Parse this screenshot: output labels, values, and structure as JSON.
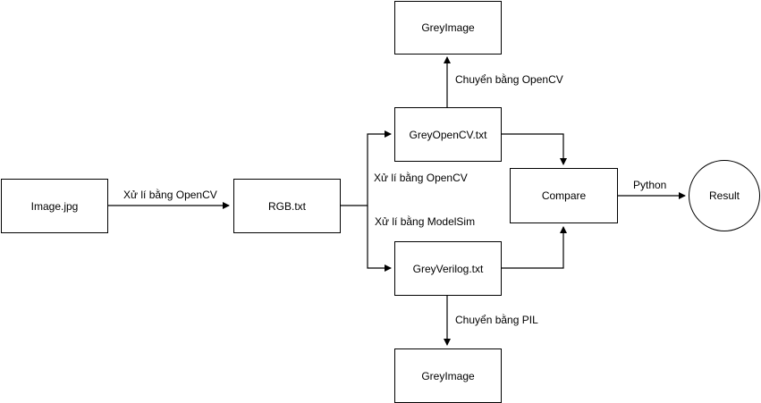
{
  "nodes": {
    "image_jpg": "Image.jpg",
    "rgb_txt": "RGB.txt",
    "grey_opencv_txt": "GreyOpenCV.txt",
    "grey_verilog_txt": "GreyVerilog.txt",
    "grey_image_top": "GreyImage",
    "grey_image_bottom": "GreyImage",
    "compare": "Compare",
    "result": "Result"
  },
  "edges": {
    "image_to_rgb": "Xử lí bằng OpenCV",
    "rgb_to_opencv": "Xử lí bằng OpenCV",
    "rgb_to_verilog": "Xử lí bằng ModelSim",
    "opencv_to_greyimage": "Chuyển bằng OpenCV",
    "verilog_to_greyimage": "Chuyển bằng PIL",
    "compare_to_result": "Python"
  }
}
